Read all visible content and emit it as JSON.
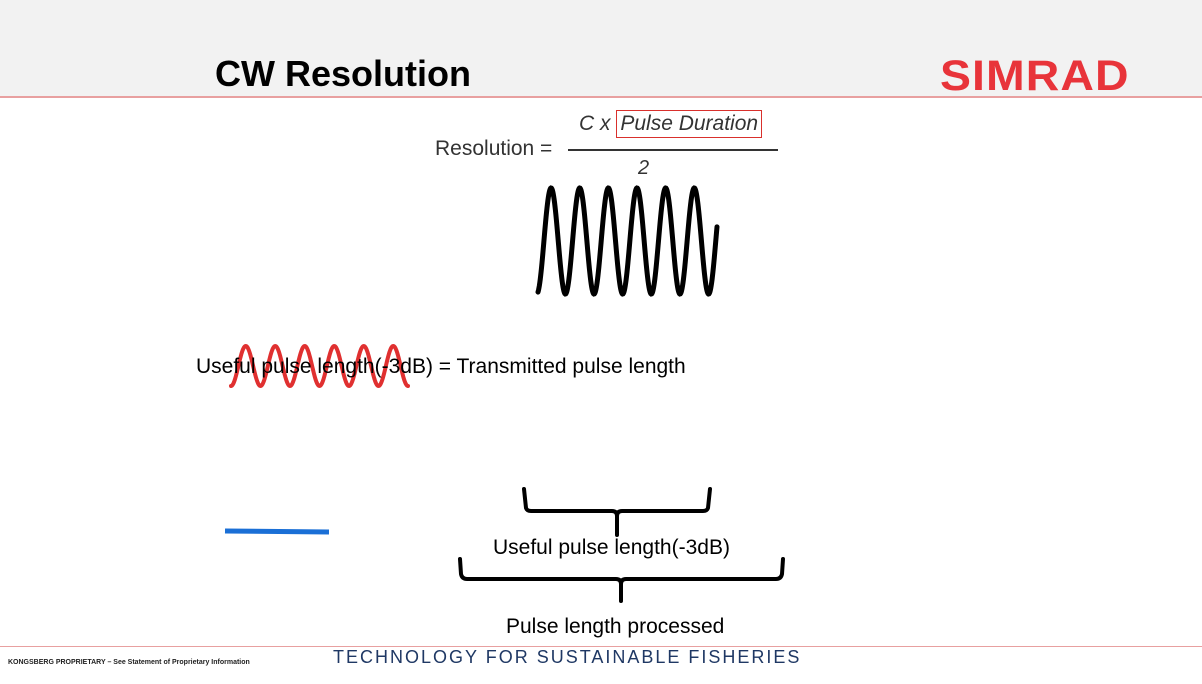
{
  "slide": {
    "title": "CW Resolution",
    "logo": "SIMRAD"
  },
  "formula": {
    "label": "Resolution =",
    "numerator_prefix": "C x",
    "numerator_boxed": "Pulse Duration",
    "denominator": "2"
  },
  "captions": {
    "useful_equals_transmitted": "Useful pulse length(-3dB) = Transmitted pulse length",
    "useful_pulse_length": "Useful pulse length(-3dB)",
    "pulse_length_processed": "Pulse length processed"
  },
  "footer": {
    "proprietary": "KONGSBERG PROPRIETARY – See Statement of Proprietary Information",
    "tagline": "TECHNOLOGY FOR SUSTAINABLE FISHERIES"
  },
  "colors": {
    "brand_red": "#e8343a",
    "wave_black": "#000000",
    "wave_red": "#e03030",
    "line_blue": "#1a6fd6",
    "tagline_navy": "#1f3864"
  }
}
